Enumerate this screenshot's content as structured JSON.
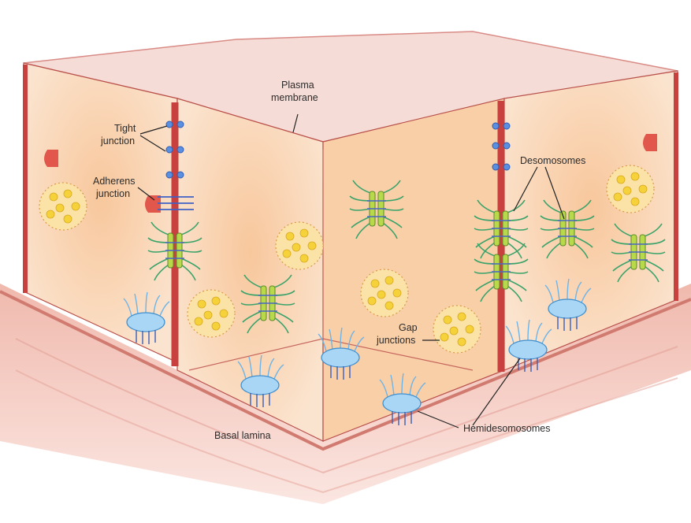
{
  "labels": {
    "plasma_membrane_1": "Plasma",
    "plasma_membrane_2": "membrane",
    "tight_junction_1": "Tight",
    "tight_junction_2": "junction",
    "adherens_junction_1": "Adherens",
    "adherens_junction_2": "junction",
    "desmosomes": "Desomosomes",
    "gap_junctions_1": "Gap",
    "gap_junctions_2": "junctions",
    "hemidesmosomes": "Hemidesomosomes",
    "basal_lamina": "Basal lamina"
  },
  "colors": {
    "cell_fill": "#f9d3b0",
    "cell_top": "#f6dcd6",
    "membrane": "#c9413f",
    "basal": "#e8a69d",
    "tight_blue": "#3f78d1",
    "adherens_red": "#e2574c",
    "desmosome_green": "#3aa36a",
    "gap_yellow": "#f5d23a",
    "hemi_blue": "#8fc7ee"
  }
}
